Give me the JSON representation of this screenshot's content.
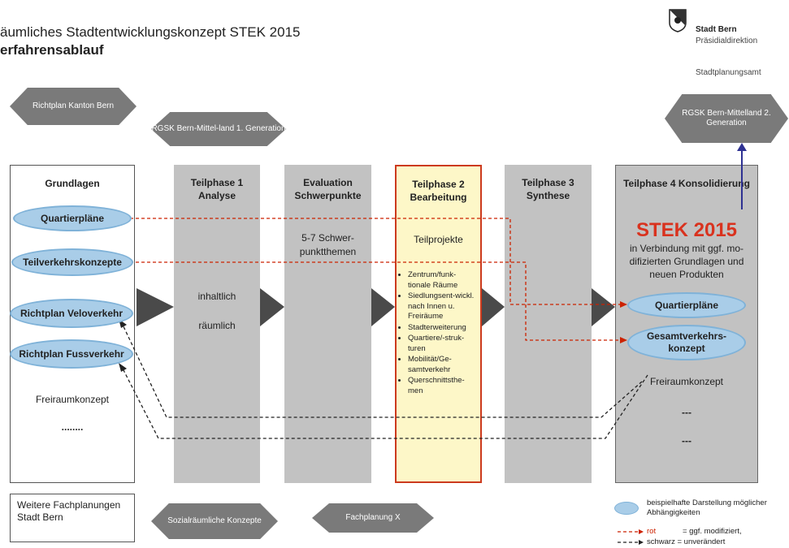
{
  "header": {
    "title": "äumliches Stadtentwicklungskonzept STEK 2015",
    "subtitle": "erfahrensablauf"
  },
  "logo": {
    "name": "Stadt Bern",
    "dept": "Präsidialdirektion",
    "office": "Stadtplanungsamt"
  },
  "hexagons": {
    "richtplan": "Richtplan Kanton Bern",
    "rgsk1": "RGSK Bern-Mittel-land 1. Generation",
    "rgsk2": "RGSK Bern-Mittelland 2. Generation",
    "sozial": "Sozialräumliche Konzepte",
    "fach": "Fachplanung X"
  },
  "grundlagen": {
    "heading": "Grundlagen",
    "ovals": [
      "Quartierpläne",
      "Teilverkehrskonzepte",
      "Richtplan Veloverkehr",
      "Richtplan Fussverkehr"
    ],
    "freiraum": "Freiraumkonzept",
    "dots": "........"
  },
  "phase1": {
    "heading": "Teilphase 1 Analyse",
    "line1": "inhaltlich",
    "line2": "räumlich"
  },
  "evaluation": {
    "heading": "Evaluation Schwerpunkte",
    "body": "5-7 Schwer-punktthemen"
  },
  "phase2": {
    "heading": "Teilphase 2 Bearbeitung",
    "sub": "Teilprojekte",
    "bullets": [
      "Zentrum/funk-tionale Räume",
      "Siedlungsent-wickl. nach Innen u. Freiräume",
      "Stadterweiterung",
      "Quartiere/-struk-turen",
      "Mobilität/Ge-samtverkehr",
      "Querschnittsthe-men"
    ]
  },
  "phase3": {
    "heading": "Teilphase 3 Synthese"
  },
  "phase4": {
    "heading": "Teilphase 4 Konsolidierung",
    "stek": "STEK 2015",
    "desc": "in Verbindung mit ggf. mo-difizierten Grundlagen und neuen Produkten",
    "oval1": "Quartierpläne",
    "oval2": "Gesamtverkehrs-konzept",
    "freiraum": "Freiraumkonzept",
    "dash1": "---",
    "dash2": "---"
  },
  "weitere": "Weitere Fachplanungen Stadt Bern",
  "legend": {
    "oval_text": "beispielhafte Darstellung möglicher Abhängigkeiten",
    "red_word": "rot",
    "red_desc": "= ggf. modifiziert,",
    "black_desc": "schwarz = unverändert"
  },
  "colors": {
    "red": "#cc2200",
    "stek_red": "#d9321e",
    "highlight_fill": "#fdf7c8",
    "column_gray": "#c2c2c2",
    "oval_blue": "#a9cde8",
    "arrow_blue": "#2e3192"
  }
}
